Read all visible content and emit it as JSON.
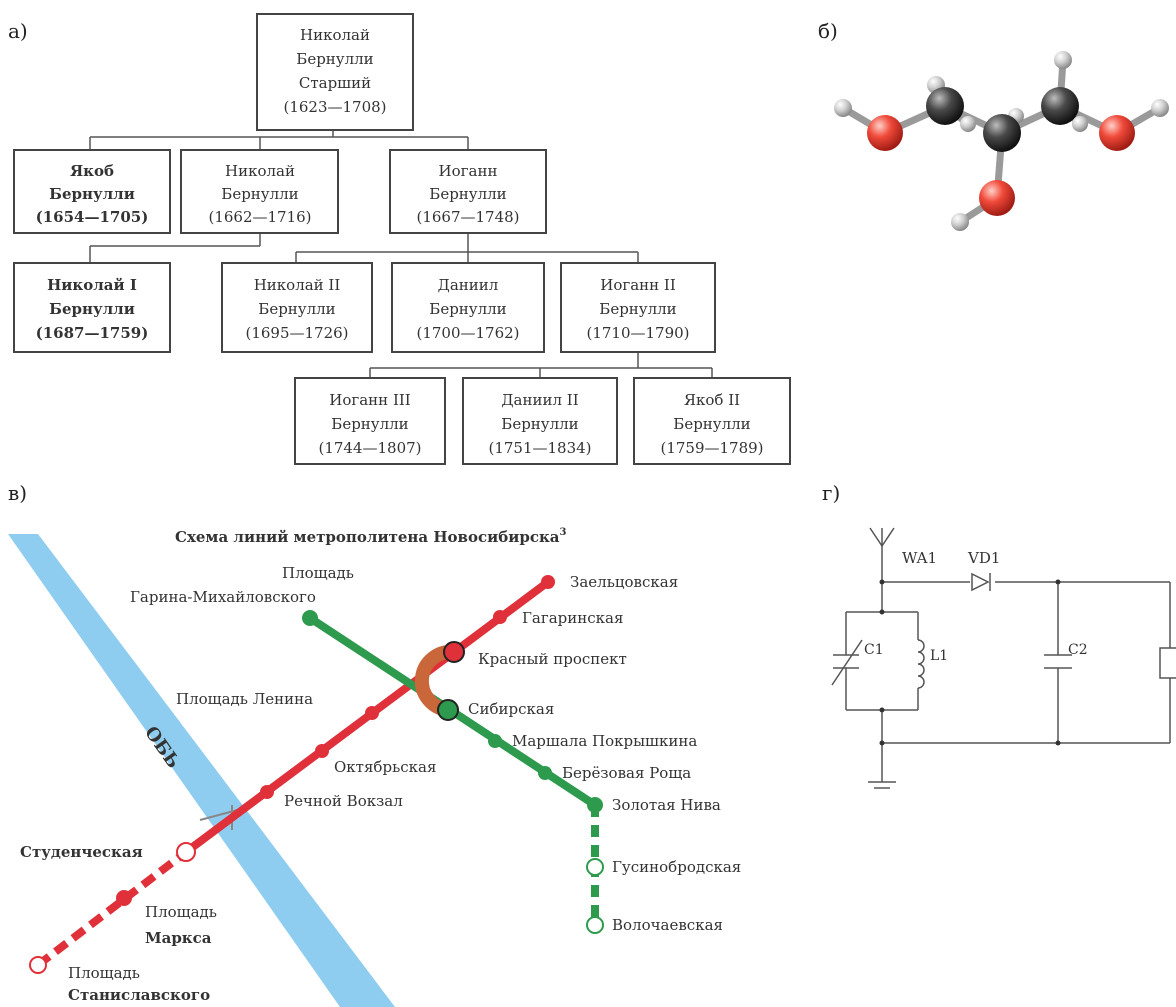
{
  "panels": {
    "a": "а)",
    "b": "б)",
    "v": "в)",
    "g": "г)"
  },
  "tree": {
    "root": [
      "Николай",
      "Бернулли",
      "Старший",
      "(1623—1708)"
    ],
    "gen1": [
      [
        "Якоб",
        "Бернулли",
        "(1654—1705)"
      ],
      [
        "Николай",
        "Бернулли",
        "(1662—1716)"
      ],
      [
        "Иоганн",
        "Бернулли",
        "(1667—1748)"
      ]
    ],
    "gen2": [
      [
        "Николай I",
        "Бернулли",
        "(1687—1759)"
      ],
      [
        "Николай II",
        "Бернулли",
        "(1695—1726)"
      ],
      [
        "Даниил",
        "Бернулли",
        "(1700—1762)"
      ],
      [
        "Иоганн II",
        "Бернулли",
        "(1710—1790)"
      ]
    ],
    "gen3": [
      [
        "Иоганн III",
        "Бернулли",
        "(1744—1807)"
      ],
      [
        "Даниил II",
        "Бернулли",
        "(1751—1834)"
      ],
      [
        "Якоб II",
        "Бернулли",
        "(1759—1789)"
      ]
    ]
  },
  "metro": {
    "title": "Схема линий метрополитена Новосибирска",
    "title_sup": "3",
    "river": "ОБЬ",
    "colors": {
      "red": "#e0303a",
      "green": "#2e9a4e",
      "river": "#8ecdf0"
    },
    "stations": {
      "zaeltsovskaya": "Заельцовская",
      "gagarinskaya": "Гагаринская",
      "krasny": "Красный проспект",
      "lenina": "Площадь Ленина",
      "oktyabrskaya": "Октябрьская",
      "rechnoy": "Речной Вокзал",
      "studencheskaya": "Студенческая",
      "marksa_1": "Площадь",
      "marksa_2": "Маркса",
      "stanisl_1": "Площадь",
      "stanisl_2": "Станиславского",
      "garina_1": "Площадь",
      "garina_2": "Гарина-Михайловского",
      "sibirskaya": "Сибирская",
      "pokryshkina": "Маршала Покрышкина",
      "berezovaya": "Берёзовая Роща",
      "zolotaya": "Золотая Нива",
      "gusino": "Гусинобродская",
      "volochaevskaya": "Волочаевская"
    }
  },
  "circuit": {
    "antenna": "WA1",
    "diode": "VD1",
    "c1": "C1",
    "l1": "L1",
    "c2": "C2"
  }
}
